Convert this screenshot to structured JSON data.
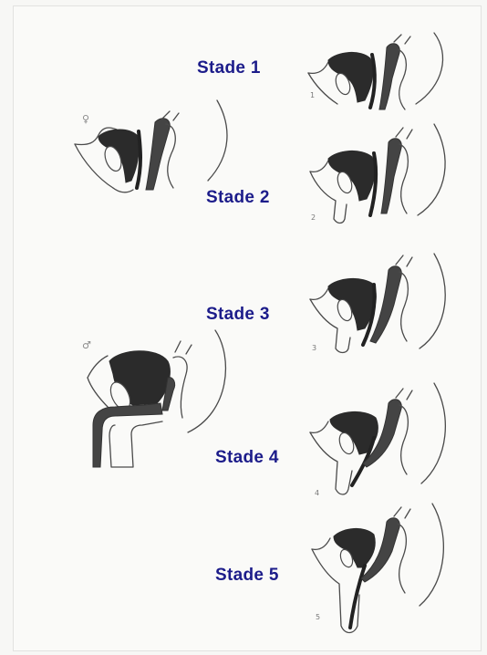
{
  "stages": [
    {
      "label": "Stade 1",
      "fig_num": "1"
    },
    {
      "label": "Stade 2",
      "fig_num": "2"
    },
    {
      "label": "Stade 3",
      "fig_num": "3"
    },
    {
      "label": "Stade 4",
      "fig_num": "4"
    },
    {
      "label": "Stade 5",
      "fig_num": "5"
    }
  ],
  "reference_figures": [
    {
      "sex_symbol": "♀"
    },
    {
      "sex_symbol": "♂"
    }
  ],
  "colors": {
    "label": "#1c1c8a",
    "outline": "#4a4a4a",
    "tissue": "#2b2b2b"
  }
}
